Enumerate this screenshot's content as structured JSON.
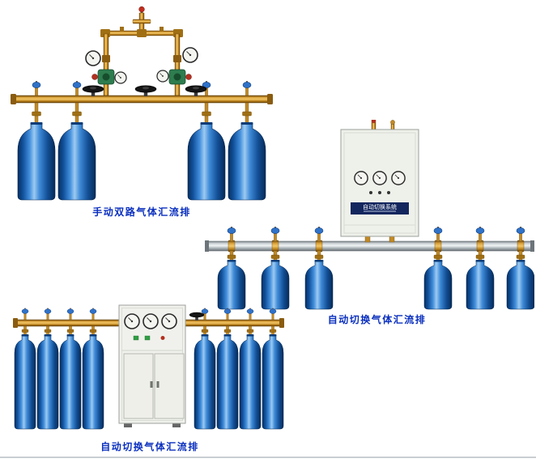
{
  "page": {
    "background": "#ffffff",
    "bottom_divider_color": "#c9ced2"
  },
  "products": [
    {
      "id": "manual-dual-line-manifold",
      "caption": "手动双路气体汇流排",
      "cylinder_count": 4,
      "gauge_count": 4,
      "handwheel_count": 3
    },
    {
      "id": "auto-switching-manifold-wall-cabinet",
      "caption": "自动切换气体汇流排",
      "cabinet_label": "自动切换系统",
      "cylinder_count": 6,
      "gauge_count": 3
    },
    {
      "id": "auto-switching-manifold-floor-cabinet",
      "caption": "自动切换气体汇流排",
      "cylinder_count": 8,
      "gauge_count": 3
    }
  ],
  "colors": {
    "caption_text": "#0a2fbe",
    "cylinder_blue": "#1d66bc",
    "cylinder_highlight": "#9dcaf1",
    "brass_pipe": "#c98a20",
    "steel_tube": "#c3cbcf",
    "cabinet_body": "#eef0ea",
    "cabinet_label_band": "#13265e",
    "regulator_green": "#2e7d4f",
    "valve_cap_blue": "#2f72c8",
    "handwheel_black": "#141414"
  }
}
